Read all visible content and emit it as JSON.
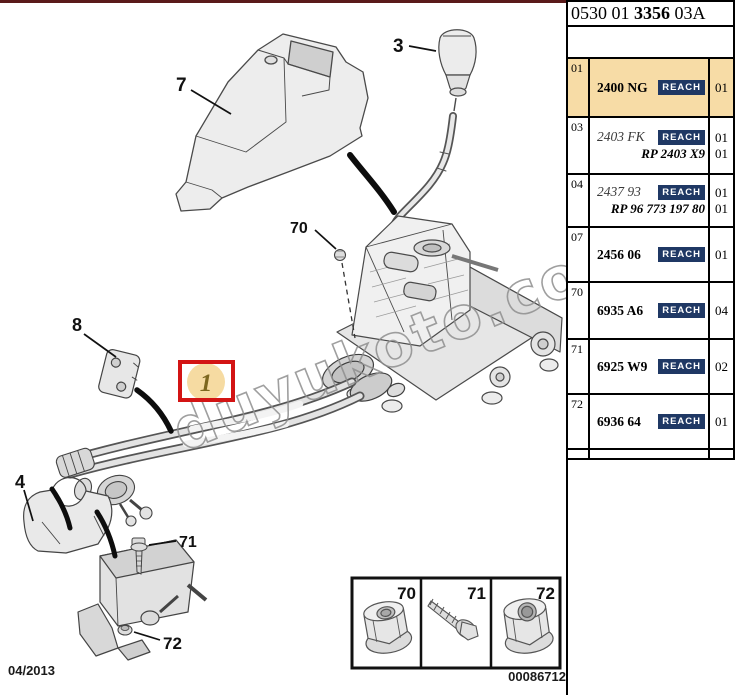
{
  "header": {
    "code_prefix": "0530 01 ",
    "code_bold": "3356",
    "code_suffix": " 03A"
  },
  "table": {
    "reach_label": "REACH",
    "rows": [
      {
        "ref": "01",
        "part": "2400 NG",
        "qty": "01",
        "highlight": true
      },
      {
        "ref": "03",
        "part": "2403 FK",
        "qty": "01",
        "rp": "RP 2403 X9",
        "rp_qty": "01"
      },
      {
        "ref": "04",
        "part": "2437 93",
        "qty": "01",
        "rp": "RP 96 773 197 80",
        "rp_qty": "01"
      },
      {
        "ref": "07",
        "part": "2456 06",
        "qty": "01"
      },
      {
        "ref": "70",
        "part": "6935 A6",
        "qty": "04"
      },
      {
        "ref": "71",
        "part": "6925 W9",
        "qty": "02"
      },
      {
        "ref": "72",
        "part": "6936 64",
        "qty": "01"
      }
    ]
  },
  "diagram": {
    "watermark": "duyukoto.com",
    "callouts": {
      "c7": "7",
      "c3": "3",
      "c70": "70",
      "c8": "8",
      "c1": "1",
      "c4": "4",
      "c71": "71",
      "c72": "72"
    }
  },
  "inset": {
    "labels": [
      "70",
      "71",
      "72"
    ]
  },
  "footer": {
    "date": "04/2013",
    "doc_number": "00086712"
  },
  "colors": {
    "highlight": "#f7dca6",
    "reach_badge": "#1f3864",
    "callout_box_red": "#d31414",
    "callout_circle_tan": "#f6dba2",
    "callout_digit": "#7d671f",
    "top_bar": "#5a1a1a"
  }
}
